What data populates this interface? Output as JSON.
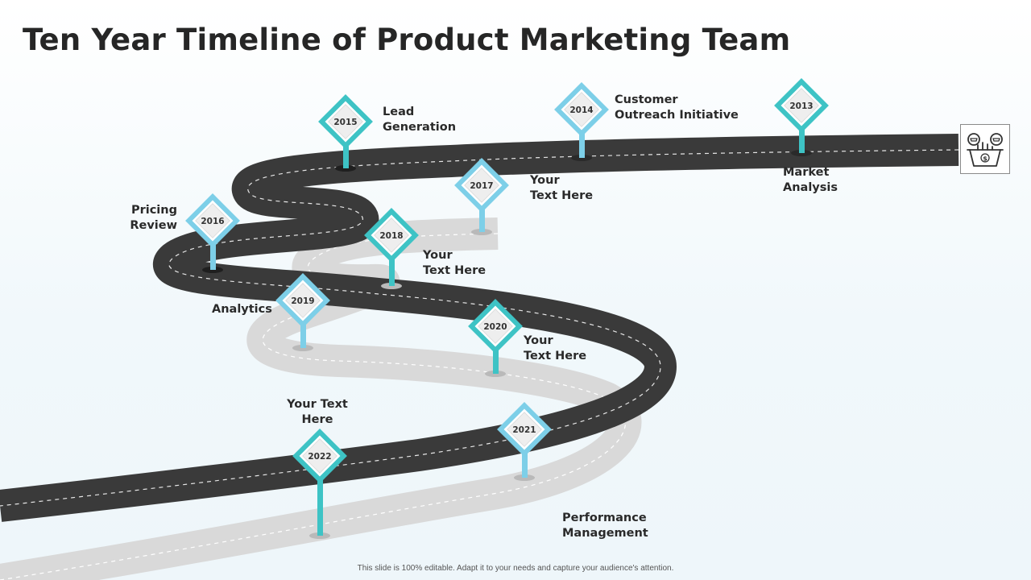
{
  "slide": {
    "title": "Ten Year Timeline of Product Marketing Team",
    "footer": "This slide is 100% editable. Adapt it to your needs and capture your audience's attention."
  },
  "colors": {
    "dark_road": "#3a3a3a",
    "light_road": "#d9d9d9",
    "teal": "#3ec3c5",
    "light_blue": "#7dcfe8",
    "background": "#f1f8fb"
  },
  "icon": "shopping-basket-icon",
  "milestones": [
    {
      "year": "2013",
      "label_lines": [
        "Market",
        "Analysis"
      ]
    },
    {
      "year": "2014",
      "label_lines": [
        "Customer",
        "Outreach Initiative"
      ]
    },
    {
      "year": "2015",
      "label_lines": [
        "Lead",
        "Generation"
      ]
    },
    {
      "year": "2016",
      "label_lines": [
        "Pricing",
        "Review"
      ]
    },
    {
      "year": "2017",
      "label_lines": [
        "Your",
        "Text Here"
      ]
    },
    {
      "year": "2018",
      "label_lines": [
        "Your",
        "Text Here"
      ]
    },
    {
      "year": "2019",
      "label_lines": [
        "Analytics"
      ]
    },
    {
      "year": "2020",
      "label_lines": [
        "Your",
        "Text Here"
      ]
    },
    {
      "year": "2021",
      "label_lines": [
        "Performance",
        "Management"
      ]
    },
    {
      "year": "2022",
      "label_lines": [
        "Your Text",
        "Here"
      ]
    }
  ]
}
